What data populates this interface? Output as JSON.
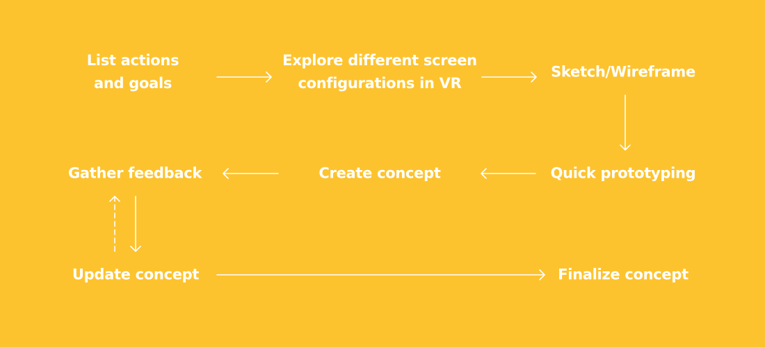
{
  "diagram": {
    "background_color": "#fdc32e",
    "text_color": "#ffffff",
    "nodes": [
      {
        "id": "list",
        "label_line1": "List actions",
        "label_line2": "and goals"
      },
      {
        "id": "explore",
        "label_line1": "Explore different screen",
        "label_line2": "configurations in VR"
      },
      {
        "id": "sketch",
        "label": "Sketch/Wireframe"
      },
      {
        "id": "prototype",
        "label": "Quick prototyping"
      },
      {
        "id": "create",
        "label": "Create concept"
      },
      {
        "id": "gather",
        "label": "Gather feedback"
      },
      {
        "id": "update",
        "label": "Update concept"
      },
      {
        "id": "finalize",
        "label": "Finalize concept"
      }
    ],
    "edges": [
      {
        "from": "list",
        "to": "explore",
        "style": "solid"
      },
      {
        "from": "explore",
        "to": "sketch",
        "style": "solid"
      },
      {
        "from": "sketch",
        "to": "prototype",
        "style": "solid"
      },
      {
        "from": "prototype",
        "to": "create",
        "style": "solid"
      },
      {
        "from": "create",
        "to": "gather",
        "style": "solid"
      },
      {
        "from": "gather",
        "to": "update",
        "style": "solid"
      },
      {
        "from": "update",
        "to": "gather",
        "style": "dashed"
      },
      {
        "from": "update",
        "to": "finalize",
        "style": "solid"
      }
    ]
  }
}
